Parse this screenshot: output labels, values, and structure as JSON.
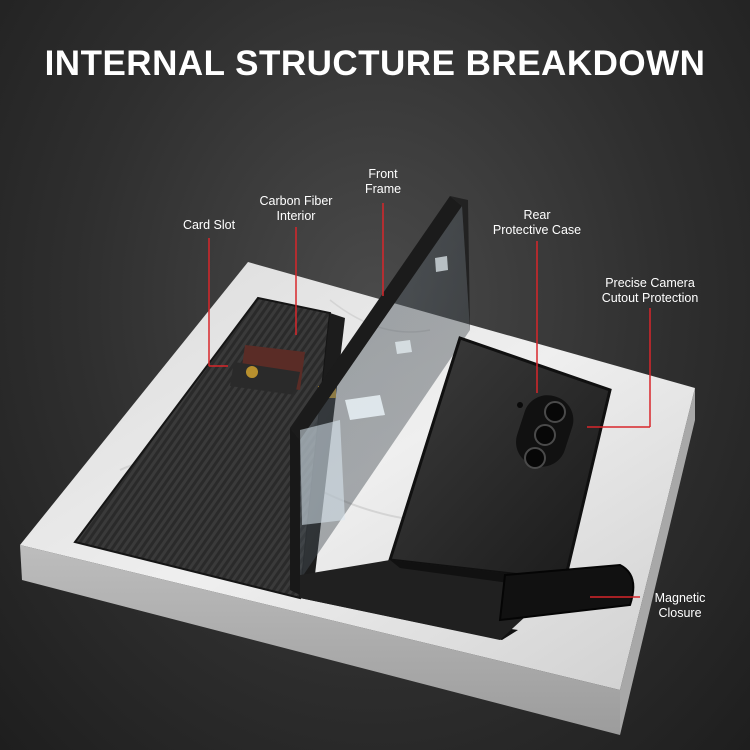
{
  "title": "INTERNAL STRUCTURE BREAKDOWN",
  "labels": {
    "card_slot": "Card Slot",
    "carbon_fiber_interior": "Carbon Fiber\nInterior",
    "front_frame": "Front\nFrame",
    "rear_protective_case": "Rear\nProtective Case",
    "camera_cutout": "Precise Camera\nCutout Protection",
    "magnetic_closure": "Magnetic\nClosure"
  },
  "colors": {
    "callout_line": "#d8262b",
    "text": "#ffffff",
    "background": "#2f2f2f"
  }
}
